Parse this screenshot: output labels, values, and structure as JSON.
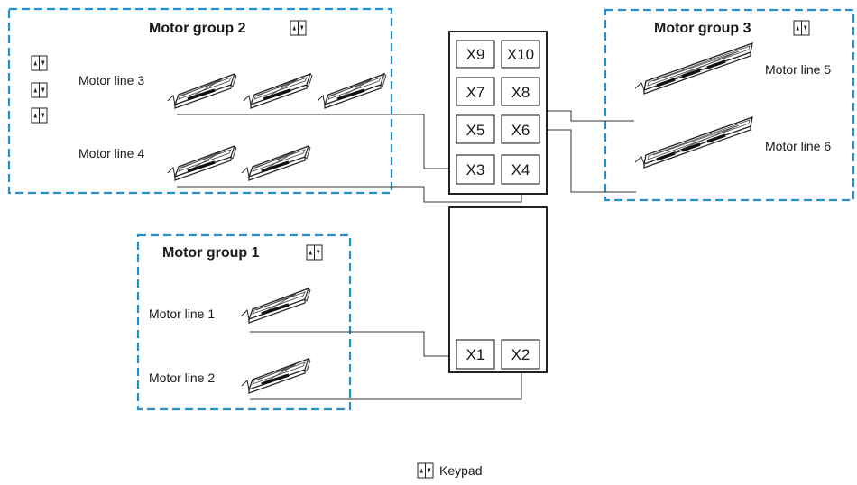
{
  "colors": {
    "group_border": "#1e90d6",
    "line": "#222222"
  },
  "groups": [
    {
      "name": "Motor group 2",
      "label_icon": "keypad-icon"
    },
    {
      "name": "Motor group 3",
      "label_icon": "keypad-icon"
    },
    {
      "name": "Motor group 1",
      "label_icon": "keypad-icon"
    }
  ],
  "motor_lines": {
    "line1": "Motor line 1",
    "line2": "Motor line 2",
    "line3": "Motor line 3",
    "line4": "Motor line 4",
    "line5": "Motor line 5",
    "line6": "Motor line 6"
  },
  "terminals": {
    "x1": "X1",
    "x2": "X2",
    "x3": "X3",
    "x4": "X4",
    "x5": "X5",
    "x6": "X6",
    "x7": "X7",
    "x8": "X8",
    "x9": "X9",
    "x10": "X10"
  },
  "legend": {
    "label": "Keypad",
    "icon": "keypad-icon"
  }
}
